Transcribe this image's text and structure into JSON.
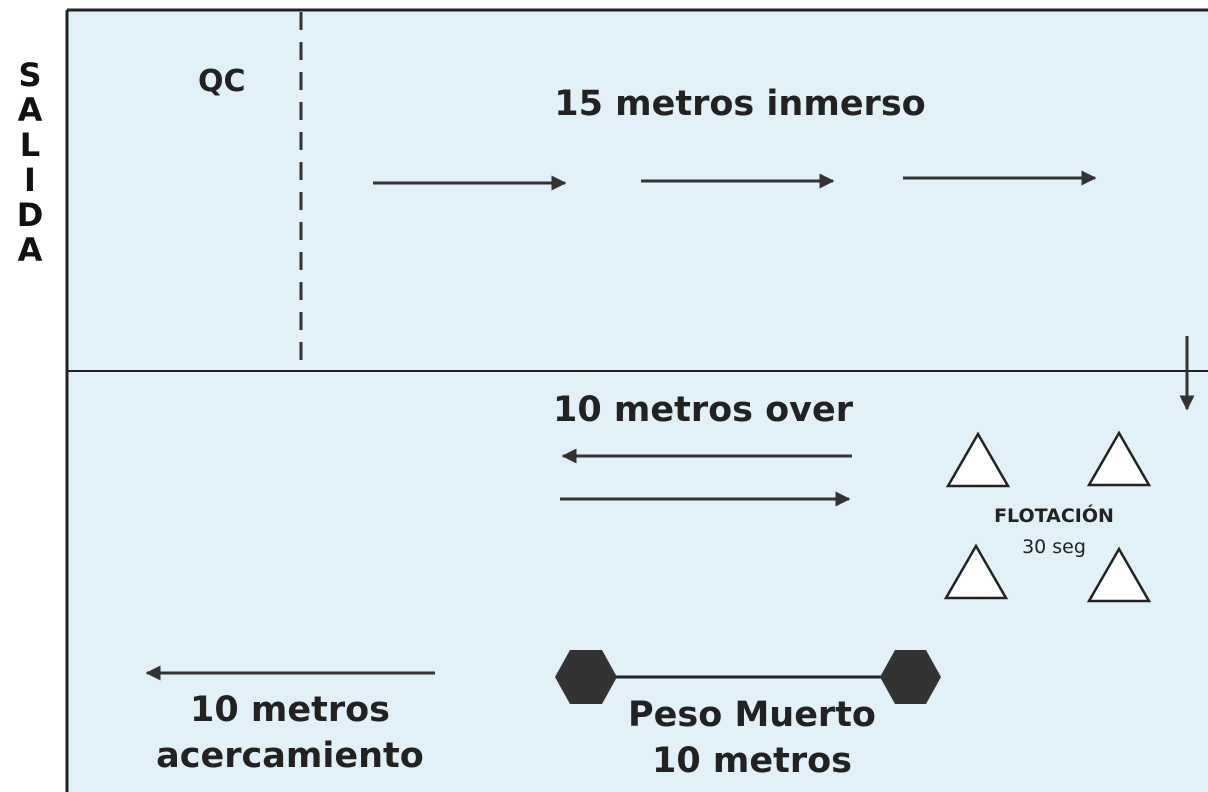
{
  "side_label": [
    "S",
    "A",
    "L",
    "I",
    "D",
    "A"
  ],
  "qc_label": "QC",
  "top_zone": {
    "label": "15 metros inmerso"
  },
  "over_zone": {
    "label": "10 metros over"
  },
  "flotacion": {
    "title": "FLOTACIÓN",
    "duration": "30 seg"
  },
  "acercamiento": {
    "line1": "10 metros",
    "line2": "acercamiento"
  },
  "peso_muerto": {
    "line1": "Peso Muerto",
    "line2": "10 metros"
  },
  "colors": {
    "pool_fill": "#e1f1f7",
    "outline": "#222222",
    "arrow": "#333333",
    "text": "#222222",
    "weight": "#333333",
    "cone_fill": "#ffffff"
  },
  "icons": [
    "arrow-right-icon",
    "arrow-left-icon",
    "arrow-down-icon",
    "triangle-cone-icon",
    "hexagon-weight-icon"
  ]
}
